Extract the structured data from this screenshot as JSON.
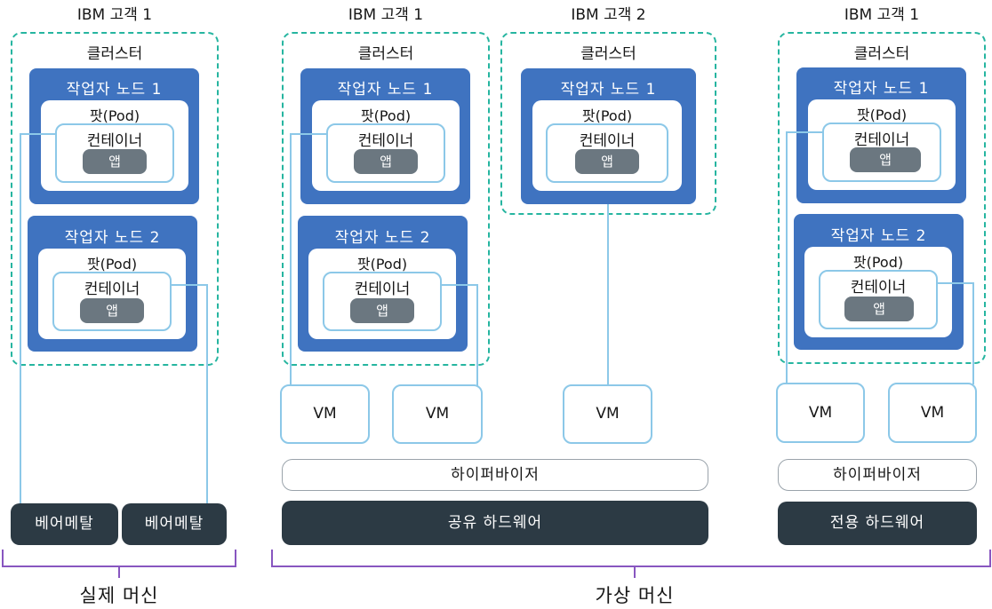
{
  "columns": [
    {
      "customer": "IBM 고객 1",
      "cluster": "클러스터",
      "workers": [
        {
          "label": "작업자 노드 1",
          "pod": "팟(Pod)",
          "container": "컨테이너",
          "app": "앱"
        },
        {
          "label": "작업자 노드 2",
          "pod": "팟(Pod)",
          "container": "컨테이너",
          "app": "앱"
        }
      ]
    },
    {
      "customer": "IBM 고객 1",
      "cluster": "클러스터",
      "workers": [
        {
          "label": "작업자 노드 1",
          "pod": "팟(Pod)",
          "container": "컨테이너",
          "app": "앱"
        },
        {
          "label": "작업자 노드 2",
          "pod": "팟(Pod)",
          "container": "컨테이너",
          "app": "앱"
        }
      ]
    },
    {
      "customer": "IBM 고객 2",
      "cluster": "클러스터",
      "workers": [
        {
          "label": "작업자 노드 1",
          "pod": "팟(Pod)",
          "container": "컨테이너",
          "app": "앱"
        }
      ]
    },
    {
      "customer": "IBM 고객 1",
      "cluster": "클러스터",
      "workers": [
        {
          "label": "작업자 노드 1",
          "pod": "팟(Pod)",
          "container": "컨테이너",
          "app": "앱"
        },
        {
          "label": "작업자 노드 2",
          "pod": "팟(Pod)",
          "container": "컨테이너",
          "app": "앱"
        }
      ]
    }
  ],
  "vms": [
    "VM",
    "VM",
    "VM",
    "VM",
    "VM"
  ],
  "hypervisors": [
    "하이퍼바이저",
    "하이퍼바이저"
  ],
  "bare_metal": [
    "베어메탈",
    "베어메탈"
  ],
  "shared_hardware": "공유 하드웨어",
  "dedicated_hardware": "전용 하드웨어",
  "physical_machine": "실제 머신",
  "virtual_machine": "가상 머신",
  "colors": {
    "worker_node": "#3f73c0",
    "cluster_border": "#26b5a0",
    "connector": "#8cc8e8",
    "app": "#6b7780",
    "hardware": "#2c3a44",
    "bracket": "#8856c0"
  }
}
